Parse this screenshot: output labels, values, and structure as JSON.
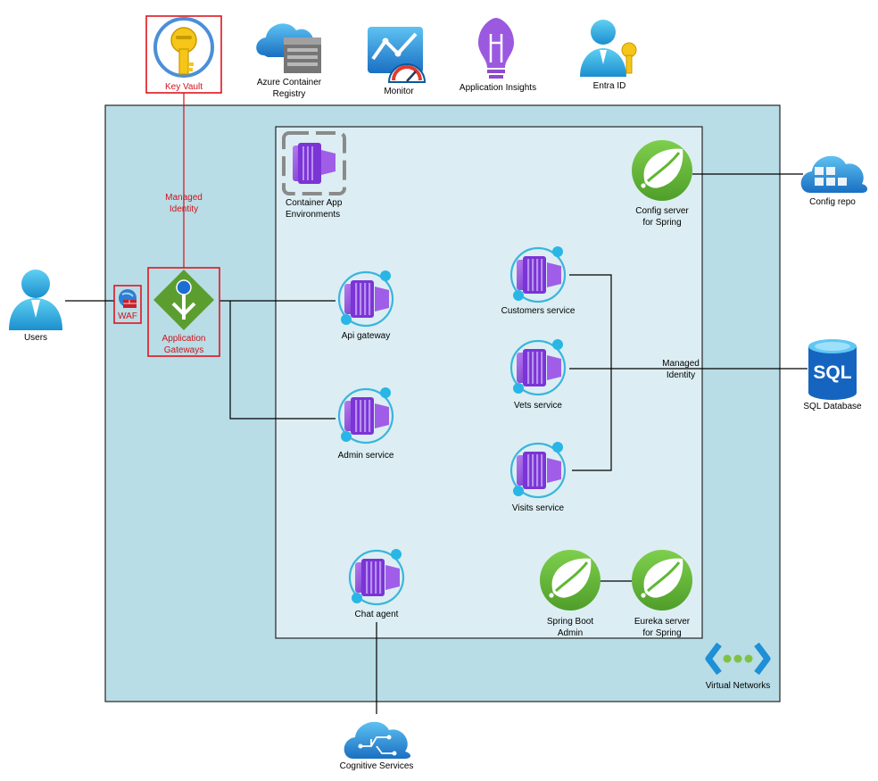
{
  "top_services": {
    "key_vault": "Key Vault",
    "acr": "Azure Container\nRegistry",
    "monitor": "Monitor",
    "app_insights": "Application Insights",
    "entra_id": "Entra ID"
  },
  "edge": {
    "users": "Users",
    "waf": "WAF",
    "app_gateway": "Application\nGateways",
    "managed_identity_kv": "Managed\nIdentity"
  },
  "environment": {
    "title": "Container App\nEnvironments",
    "api_gateway": "Api gateway",
    "admin_service": "Admin service",
    "customers_service": "Customers service",
    "vets_service": "Vets service",
    "visits_service": "Visits service",
    "chat_agent": "Chat agent",
    "config_server": "Config server\nfor Spring",
    "spring_boot_admin": "Spring Boot\nAdmin",
    "eureka_server": "Eureka server\nfor Spring"
  },
  "external": {
    "config_repo": "Config repo",
    "sql_database": "SQL Database",
    "sql_icon_text": "SQL",
    "managed_identity_sql": "Managed\nIdentity",
    "cognitive_services": "Cognitive Services",
    "virtual_networks": "Virtual Networks"
  },
  "colors": {
    "vnet_fill": "#b8dde6",
    "env_fill": "#dceef3",
    "highlight_border": "#e0141e",
    "accent_red": "#d0121b",
    "container_purple": "#8a3ee0",
    "spring_green": "#5fb832",
    "azure_blue": "#1f8fd6"
  }
}
